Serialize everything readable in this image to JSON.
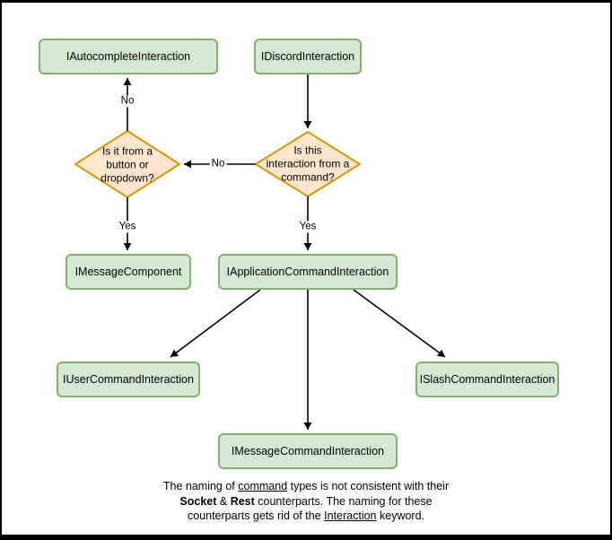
{
  "diagram": {
    "nodes": {
      "autocomplete": {
        "label": "IAutocompleteInteraction"
      },
      "discord": {
        "label": "IDiscordInteraction"
      },
      "button_dropdown_decision": {
        "label": "Is it from a\nbutton or\ndropdown?"
      },
      "command_decision": {
        "label": "Is this\ninteraction from a\ncommand?"
      },
      "message_component": {
        "label": "IMessageComponent"
      },
      "application_command": {
        "label": "IApplicationCommandInteraction"
      },
      "user_command": {
        "label": "IUserCommandInteraction"
      },
      "slash_command": {
        "label": "ISlashCommandInteraction"
      },
      "message_command": {
        "label": "IMessageCommandInteraction"
      }
    },
    "edge_labels": {
      "no_to_autocomplete": "No",
      "no_to_button_dropdown": "No",
      "yes_to_message_component": "Yes",
      "yes_to_application_command": "Yes"
    },
    "colors": {
      "node_fill": "#d5e8d4",
      "node_stroke": "#82b366",
      "decision_fill": "#ffe6cc",
      "decision_stroke": "#d79b00",
      "edge": "#000000"
    },
    "note_lines": [
      [
        {
          "text": "The naming of "
        },
        {
          "text": "command",
          "style": "underline"
        },
        {
          "text": " types is not consistent with their"
        }
      ],
      [
        {
          "text": "Socket",
          "style": "bold"
        },
        {
          "text": " & "
        },
        {
          "text": "Rest",
          "style": "bold"
        },
        {
          "text": " counterparts. The naming for these"
        }
      ],
      [
        {
          "text": "counterparts gets rid of the "
        },
        {
          "text": "Interaction",
          "style": "underline"
        },
        {
          "text": " keyword."
        }
      ]
    ]
  }
}
